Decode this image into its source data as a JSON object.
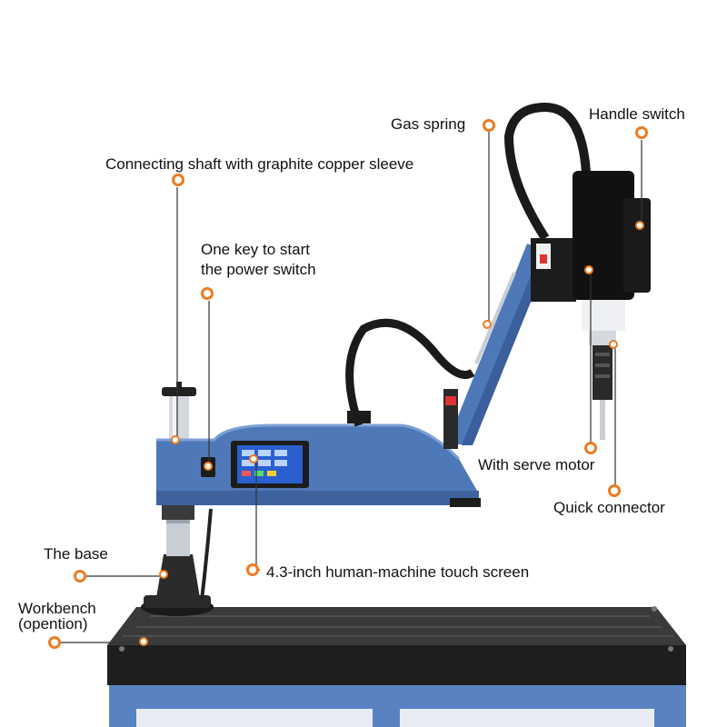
{
  "labels": {
    "gas_spring": "Gas spring",
    "handle_switch": "Handle switch",
    "connecting_shaft": "Connecting shaft with graphite copper sleeve",
    "power_switch_line1": "One key to start",
    "power_switch_line2": "the power switch",
    "serve_motor": "With serve motor",
    "quick_connector": "Quick connector",
    "base": "The base",
    "touch_screen": "4.3-inch human-machine touch screen",
    "workbench_line1": "Workbench",
    "workbench_line2": "(opention)"
  },
  "colors": {
    "marker_orange": "#f07a1e",
    "body_blue": "#4f78b8",
    "dark": "#1c1c1c",
    "steel": "#c9ced6",
    "bench_top": "#222222",
    "screen_blue": "#2a5fd0"
  },
  "icons": [
    "callout-marker-icon",
    "touch-screen-icon",
    "power-switch-icon"
  ]
}
